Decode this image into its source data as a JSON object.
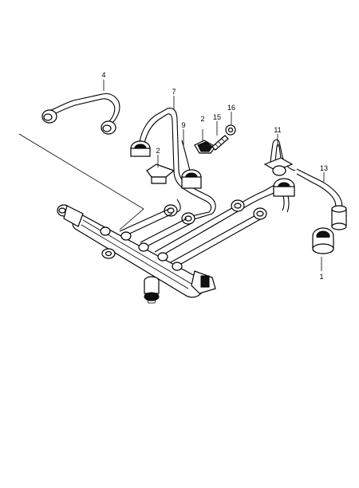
{
  "callouts": {
    "c1": "1",
    "c2a": "2",
    "c2b": "2",
    "c4": "4",
    "c7": "7",
    "c9": "9",
    "c11": "11",
    "c13": "13",
    "c15": "15",
    "c16": "16"
  },
  "colors": {
    "line": "#000000",
    "background": "#ffffff"
  }
}
